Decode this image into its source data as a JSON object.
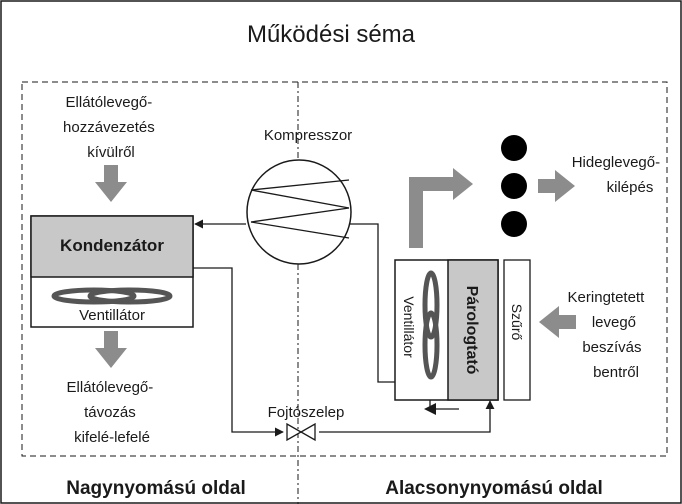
{
  "title": "Működési séma",
  "labels": {
    "intake_lines": [
      "Ellátólevegő-",
      "hozzávezetés",
      "kívülről"
    ],
    "compressor": "Kompresszor",
    "cold_air_lines": [
      "Hideglevegő-",
      "kilépés"
    ],
    "condenser": "Kondenzátor",
    "fan_left": "Ventillátor",
    "exhaust_lines": [
      "Ellátólevegő-",
      "távozás",
      "kifelé-lefelé"
    ],
    "fan_right": "Ventillátor",
    "evaporator": "Párologtató",
    "filter": "Szűrő",
    "recirc_lines": [
      "Keringtetett",
      "levegő",
      "beszívás",
      "bentről"
    ],
    "throttle_valve": "Fojtószelep",
    "high_pressure_side": "Nagynyomású oldal",
    "low_pressure_side": "Alacsonynyomású oldal"
  },
  "colors": {
    "line": "#1a1a1a",
    "box_fill": "#c8c8c8",
    "arrow_gray": "#8c8c8c",
    "dot": "#000000"
  }
}
